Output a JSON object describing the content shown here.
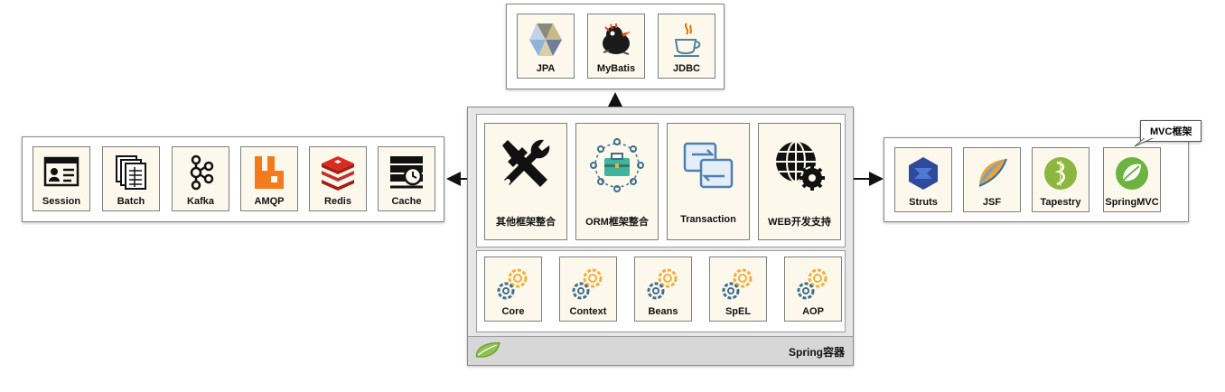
{
  "top_group": {
    "items": [
      {
        "label": "JPA",
        "icon": "jpa-icon"
      },
      {
        "label": "MyBatis",
        "icon": "mybatis-bird-icon"
      },
      {
        "label": "JDBC",
        "icon": "java-cup-icon"
      }
    ]
  },
  "left_group": {
    "items": [
      {
        "label": "Session",
        "icon": "session-window-icon"
      },
      {
        "label": "Batch",
        "icon": "batch-documents-icon"
      },
      {
        "label": "Kafka",
        "icon": "kafka-icon"
      },
      {
        "label": "AMQP",
        "icon": "rabbitmq-icon"
      },
      {
        "label": "Redis",
        "icon": "redis-icon"
      },
      {
        "label": "Cache",
        "icon": "cache-server-icon"
      }
    ]
  },
  "right_group": {
    "callout": "MVC框架",
    "items": [
      {
        "label": "Struts",
        "icon": "struts-icon"
      },
      {
        "label": "JSF",
        "icon": "jsf-icon"
      },
      {
        "label": "Tapestry",
        "icon": "tapestry-icon"
      },
      {
        "label": "SpringMVC",
        "icon": "spring-leaf-icon"
      }
    ]
  },
  "center": {
    "integrations": [
      {
        "label": "其他框架整合",
        "icon": "tools-icon"
      },
      {
        "label": "ORM框架整合",
        "icon": "toolbox-network-icon"
      },
      {
        "label": "Transaction",
        "icon": "transaction-icon"
      },
      {
        "label": "WEB开发支持",
        "icon": "globe-gear-icon"
      }
    ],
    "core_modules": [
      {
        "label": "Core",
        "icon": "gears-icon"
      },
      {
        "label": "Context",
        "icon": "gears-icon"
      },
      {
        "label": "Beans",
        "icon": "gears-icon"
      },
      {
        "label": "SpEL",
        "icon": "gears-icon"
      },
      {
        "label": "AOP",
        "icon": "gears-icon"
      }
    ],
    "footer_label": "Spring容器"
  },
  "colors": {
    "card_bg": "#fcf8ec",
    "spring_green": "#6db33f",
    "gear_orange": "#f2b03a",
    "gear_blue": "#3d6f8e"
  }
}
